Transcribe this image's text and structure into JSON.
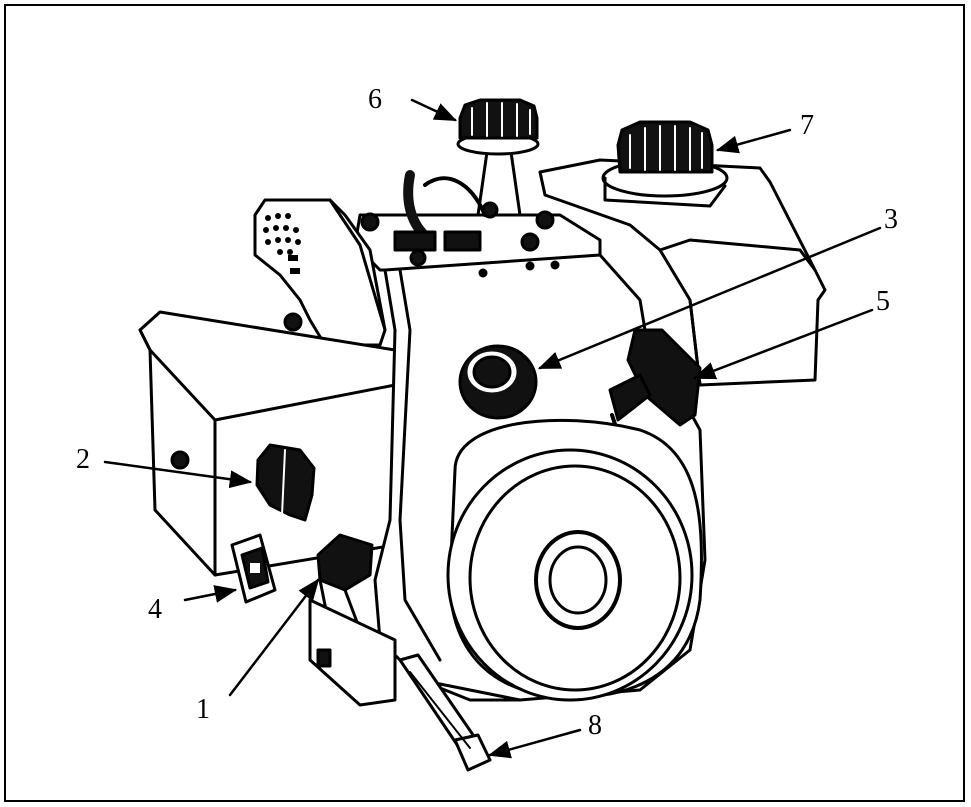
{
  "figure": {
    "callouts": [
      {
        "id": "1",
        "label": "1"
      },
      {
        "id": "2",
        "label": "2"
      },
      {
        "id": "3",
        "label": "3"
      },
      {
        "id": "4",
        "label": "4"
      },
      {
        "id": "5",
        "label": "5"
      },
      {
        "id": "6",
        "label": "6"
      },
      {
        "id": "7",
        "label": "7"
      },
      {
        "id": "8",
        "label": "8"
      }
    ],
    "colors": {
      "ink": "#000000",
      "paper": "#ffffff"
    }
  }
}
